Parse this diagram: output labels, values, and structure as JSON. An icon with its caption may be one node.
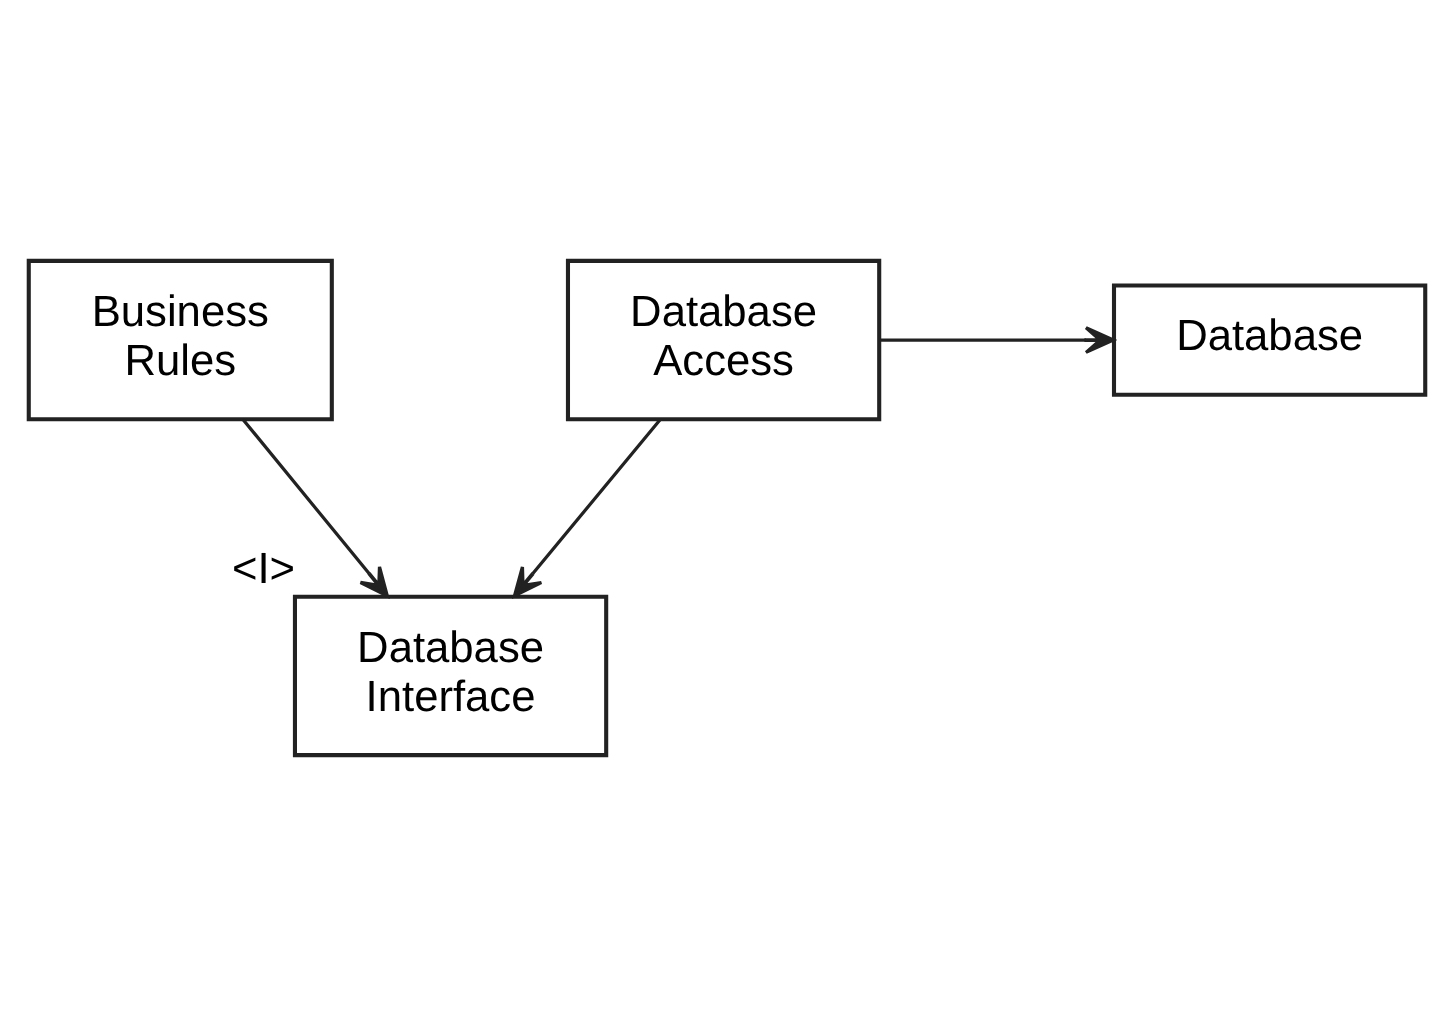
{
  "diagram": {
    "nodes": [
      {
        "text": [
          "Business Rules"
        ]
      },
      {
        "text": [
          "Database Interface"
        ],
        "beside": [
          "<I>"
        ]
      },
      {
        "text": [
          "Database Access"
        ]
      },
      {
        "text": [
          "Database"
        ]
      }
    ],
    "edges": [
      {
        "from": 0,
        "to": 1,
        "arrow": "to"
      },
      {
        "from": 2,
        "to": 1,
        "arrow": "to"
      },
      {
        "from": 2,
        "to": 3,
        "arrow": "to"
      }
    ]
  }
}
